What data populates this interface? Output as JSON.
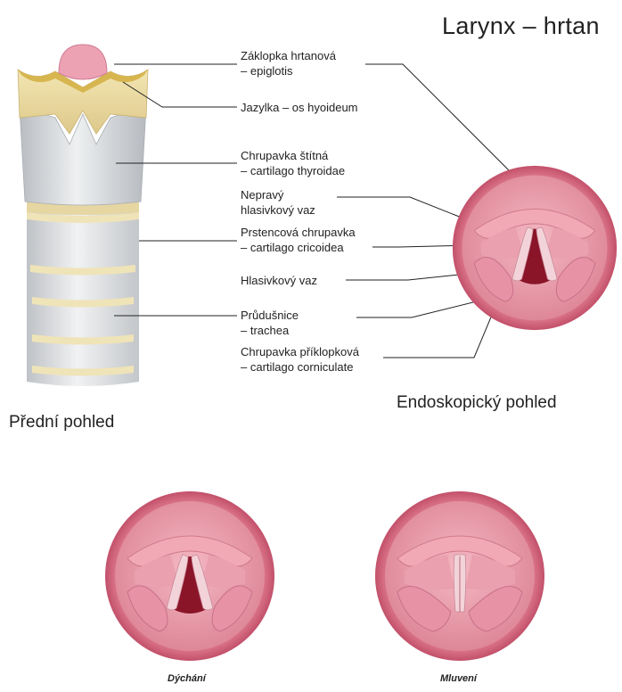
{
  "title": "Larynx – hrtan",
  "front_view_label": "Přední pohled",
  "endoscopic_view_label": "Endoskopický pohled",
  "labels": [
    {
      "line1": "Záklopka hrtanová",
      "line2": "– epiglotis"
    },
    {
      "line1": "Jazylka – os hyoideum",
      "line2": ""
    },
    {
      "line1": "Chrupavka štítná",
      "line2": "– cartilago thyroidae"
    },
    {
      "line1": "Nepravý",
      "line2": "hlasivkový vaz"
    },
    {
      "line1": "Prstencová chrupavka",
      "line2": "– cartilago cricoidea"
    },
    {
      "line1": "Hlasivkový vaz",
      "line2": ""
    },
    {
      "line1": "Průdušnice",
      "line2": "– trachea"
    },
    {
      "line1": "Chrupavka  příklopková",
      "line2": "– cartilago corniculate"
    }
  ],
  "captions": {
    "breathing": "Dýchání",
    "speaking": "Mluvení"
  },
  "colors": {
    "tissue_pink": "#e58f9f",
    "dark_lumen": "#8a1528",
    "cartilage_yellow": "#ead9a4",
    "trachea_gray": "#d9dcde"
  }
}
